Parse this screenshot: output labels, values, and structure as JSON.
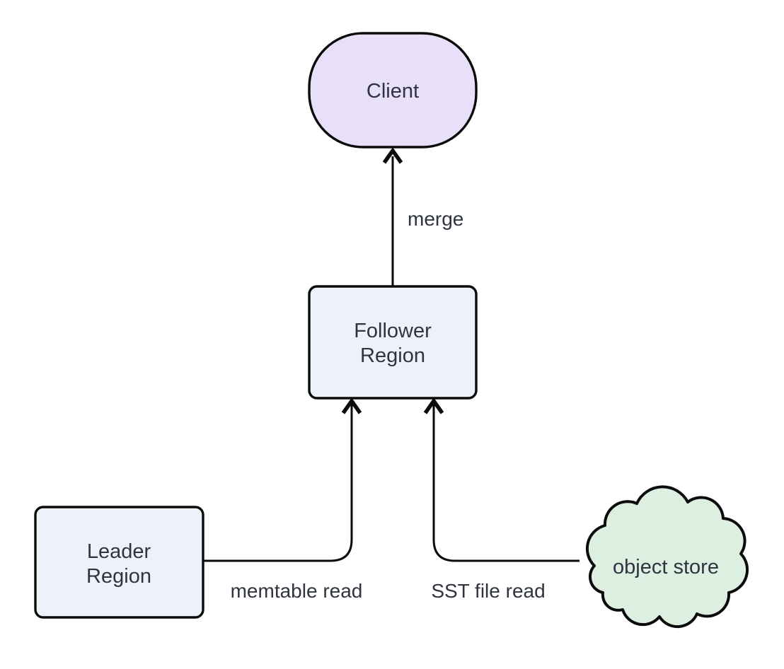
{
  "diagram": {
    "type": "flowchart",
    "background_color": "#ffffff",
    "text_color": "#2f3440",
    "line_color": "#0b0b0b",
    "nodes": {
      "client": {
        "label": "Client",
        "shape": "stadium",
        "fill": "#e7e0f8",
        "stroke": "#0b0b0b"
      },
      "follower_region": {
        "lines": [
          "Follower",
          "Region"
        ],
        "shape": "rounded-rect",
        "fill": "#ecf1fa",
        "stroke": "#0b0b0b"
      },
      "leader_region": {
        "lines": [
          "Leader",
          "Region"
        ],
        "shape": "rounded-rect",
        "fill": "#ecf1fa",
        "stroke": "#0b0b0b"
      },
      "object_store": {
        "label": "object store",
        "shape": "cloud",
        "fill": "#dcefe0",
        "stroke": "#0b0b0b"
      }
    },
    "edges": {
      "merge": {
        "label": "merge",
        "from": "Follower Region",
        "to": "Client"
      },
      "memtable_read": {
        "label": "memtable read",
        "from": "Leader Region",
        "to": "Follower Region"
      },
      "sst_file_read": {
        "label": "SST file read",
        "from": "object store",
        "to": "Follower Region"
      }
    }
  }
}
